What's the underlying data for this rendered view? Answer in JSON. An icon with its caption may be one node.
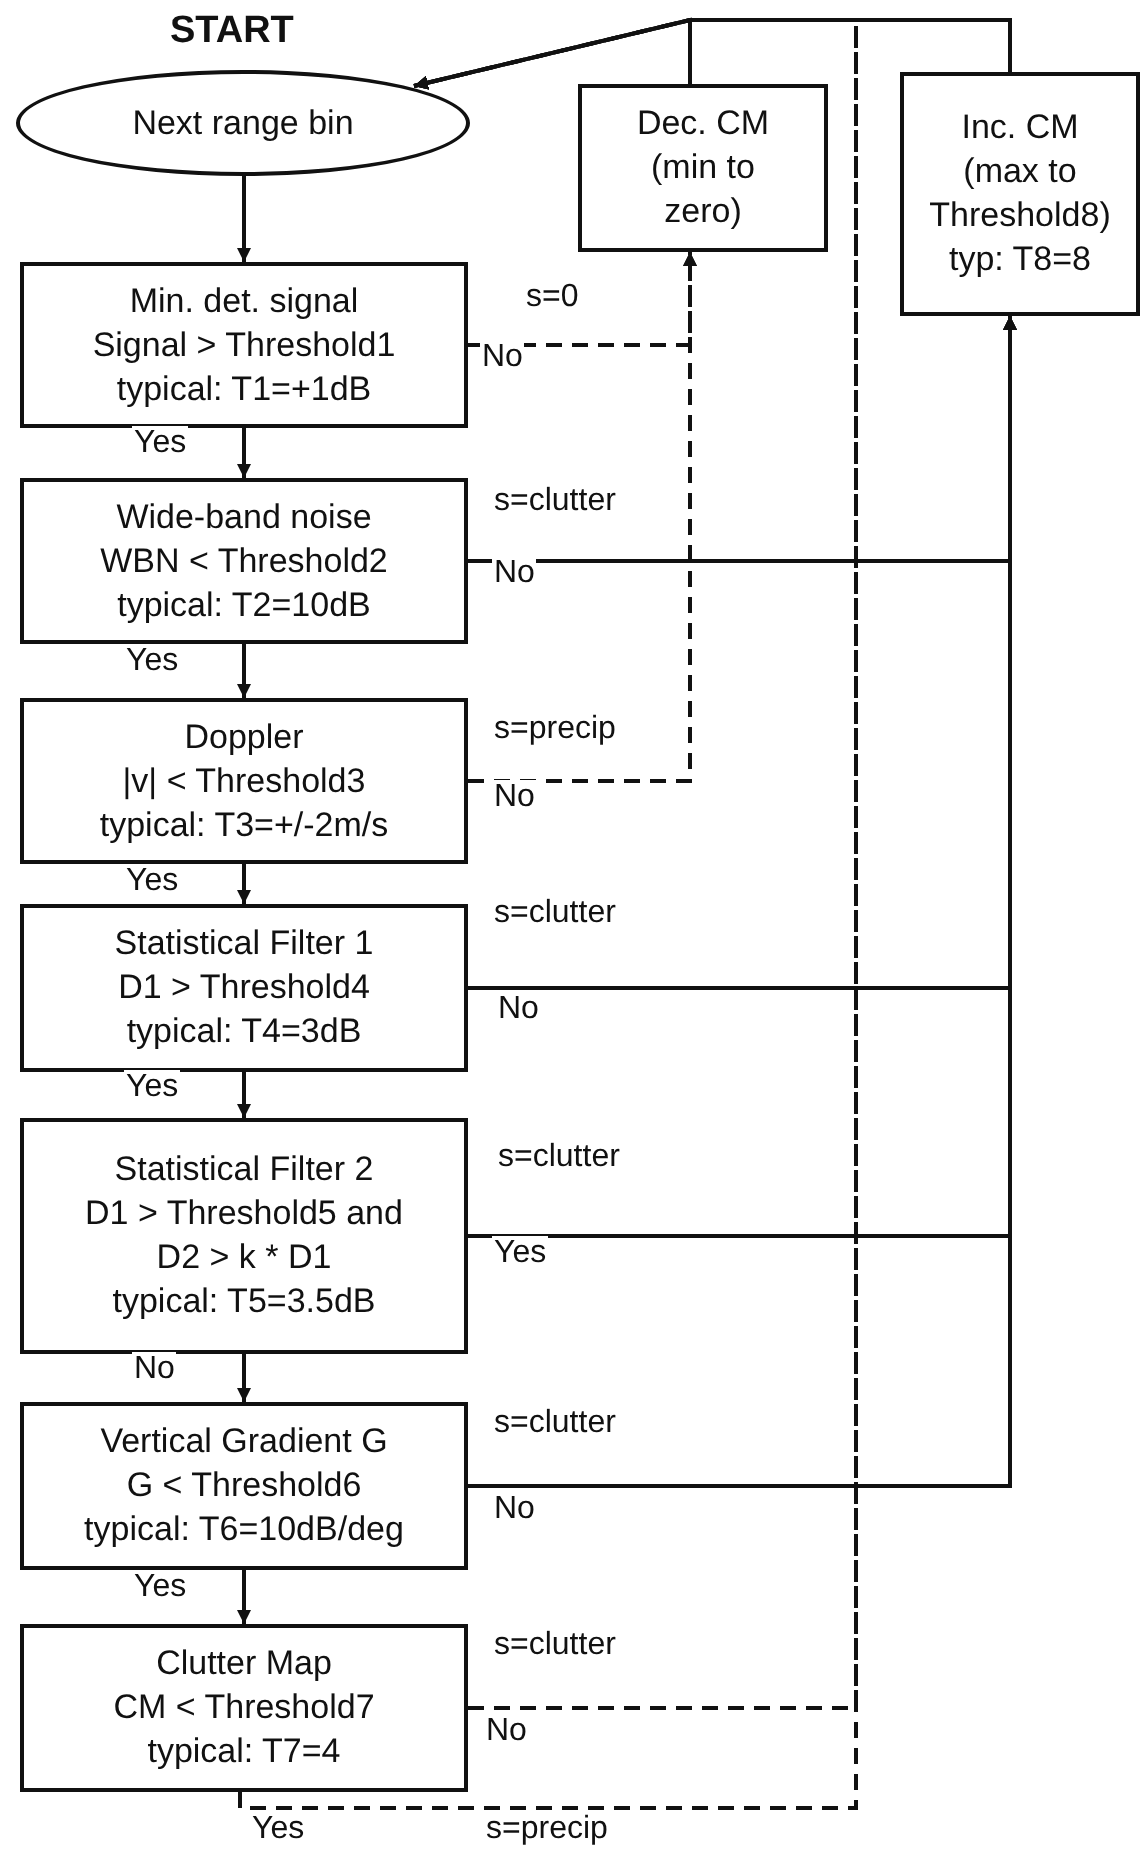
{
  "diagram": {
    "nodes": [
      {
        "text": [
          "Next range bin"
        ],
        "beside": [
          "START"
        ]
      },
      {
        "text": [
          "Dec. CM",
          "(min to zero)"
        ]
      },
      {
        "text": [
          "Inc. CM",
          "(max to Threshold8)",
          "typ: T8=8"
        ]
      },
      {
        "text": [
          "Min. det. signal",
          "Signal > Threshold1",
          "typical: T1=+1dB"
        ]
      },
      {
        "text": [
          "Wide-band noise",
          "WBN < Threshold2",
          "typical: T2=10dB"
        ]
      },
      {
        "text": [
          "Doppler",
          "|v| < Threshold3",
          "typical: T3=+/-2m/s"
        ]
      },
      {
        "text": [
          "Statistical Filter 1",
          "D1 > Threshold4",
          "typical: T4=3dB"
        ]
      },
      {
        "text": [
          "Statistical Filter 2",
          "D1 > Threshold5 and",
          "D2 > k * D1",
          "typical: T5=3.5dB"
        ]
      },
      {
        "text": [
          "Vertical Gradient G",
          "G < Threshold6",
          "typical: T6=10dB/deg"
        ]
      },
      {
        "text": [
          "Clutter Map",
          "CM < Threshold7",
          "typical: T7=4"
        ]
      }
    ],
    "edges": [
      {
        "from": 0,
        "to": 3,
        "arrow": "to"
      },
      {
        "from": 3,
        "to": 4,
        "arrow": "to",
        "label": "Yes"
      },
      {
        "from": 4,
        "to": 5,
        "arrow": "to",
        "label": "Yes"
      },
      {
        "from": 5,
        "to": 6,
        "arrow": "to",
        "label": "Yes"
      },
      {
        "from": 6,
        "to": 7,
        "arrow": "to",
        "label": "Yes"
      },
      {
        "from": 7,
        "to": 8,
        "arrow": "to",
        "label": "No"
      },
      {
        "from": 8,
        "to": 9,
        "arrow": "to",
        "label": "Yes"
      },
      {
        "from": 3,
        "to": 1,
        "arrow": "to",
        "label": "s=0",
        "style": "dashed"
      },
      {
        "from": 5,
        "to": 1,
        "arrow": "to",
        "label": "s=precip",
        "style": "dashed"
      },
      {
        "from": 4,
        "to": 2,
        "arrow": "to",
        "label": "s=clutter"
      },
      {
        "from": 6,
        "to": 2,
        "arrow": "to",
        "label": "s=clutter"
      },
      {
        "from": 7,
        "to": 2,
        "arrow": "to",
        "label": "s=clutter"
      },
      {
        "from": 8,
        "to": 2,
        "arrow": "to",
        "label": "s=clutter"
      },
      {
        "from": 9,
        "to": 0,
        "arrow": "to",
        "label": "s=clutter",
        "style": "dashed"
      },
      {
        "from": 9,
        "to": 0,
        "arrow": "to",
        "label": "s=precip",
        "style": "dashed"
      },
      {
        "from": 1,
        "to": 0,
        "arrow": "to"
      },
      {
        "from": 2,
        "to": 0,
        "arrow": "to"
      }
    ],
    "labels": [
      "No",
      "No",
      "No",
      "No",
      "Yes",
      "No",
      "No",
      "Yes"
    ]
  }
}
